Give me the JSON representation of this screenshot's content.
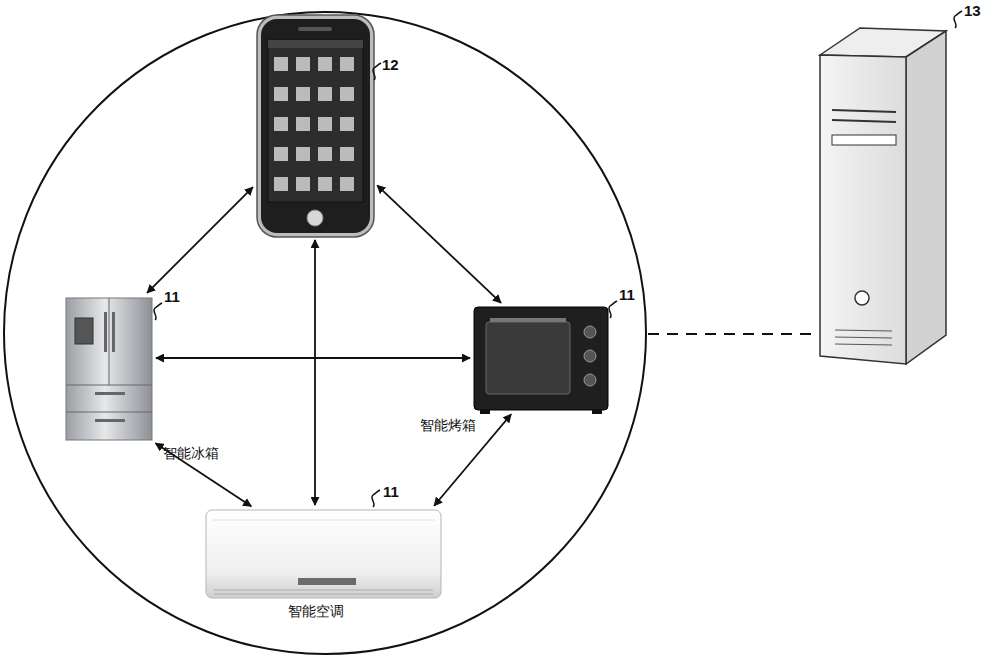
{
  "diagram": {
    "nodes": [
      {
        "text": [
          "12"
        ]
      },
      {
        "text": [
          "11",
          "智能冰箱"
        ]
      },
      {
        "text": [
          "11",
          "智能烤箱"
        ]
      },
      {
        "text": [
          "11",
          "智能空调"
        ]
      },
      {
        "text": [
          "13"
        ]
      }
    ],
    "edges": [
      {
        "from": 0,
        "to": 1,
        "arrow": "both"
      },
      {
        "from": 0,
        "to": 2,
        "arrow": "both"
      },
      {
        "from": 0,
        "to": 3,
        "arrow": "both"
      },
      {
        "from": 1,
        "to": 2,
        "arrow": "both"
      },
      {
        "from": 1,
        "to": 3,
        "arrow": "both"
      },
      {
        "from": 2,
        "to": 3,
        "arrow": "both"
      }
    ]
  }
}
